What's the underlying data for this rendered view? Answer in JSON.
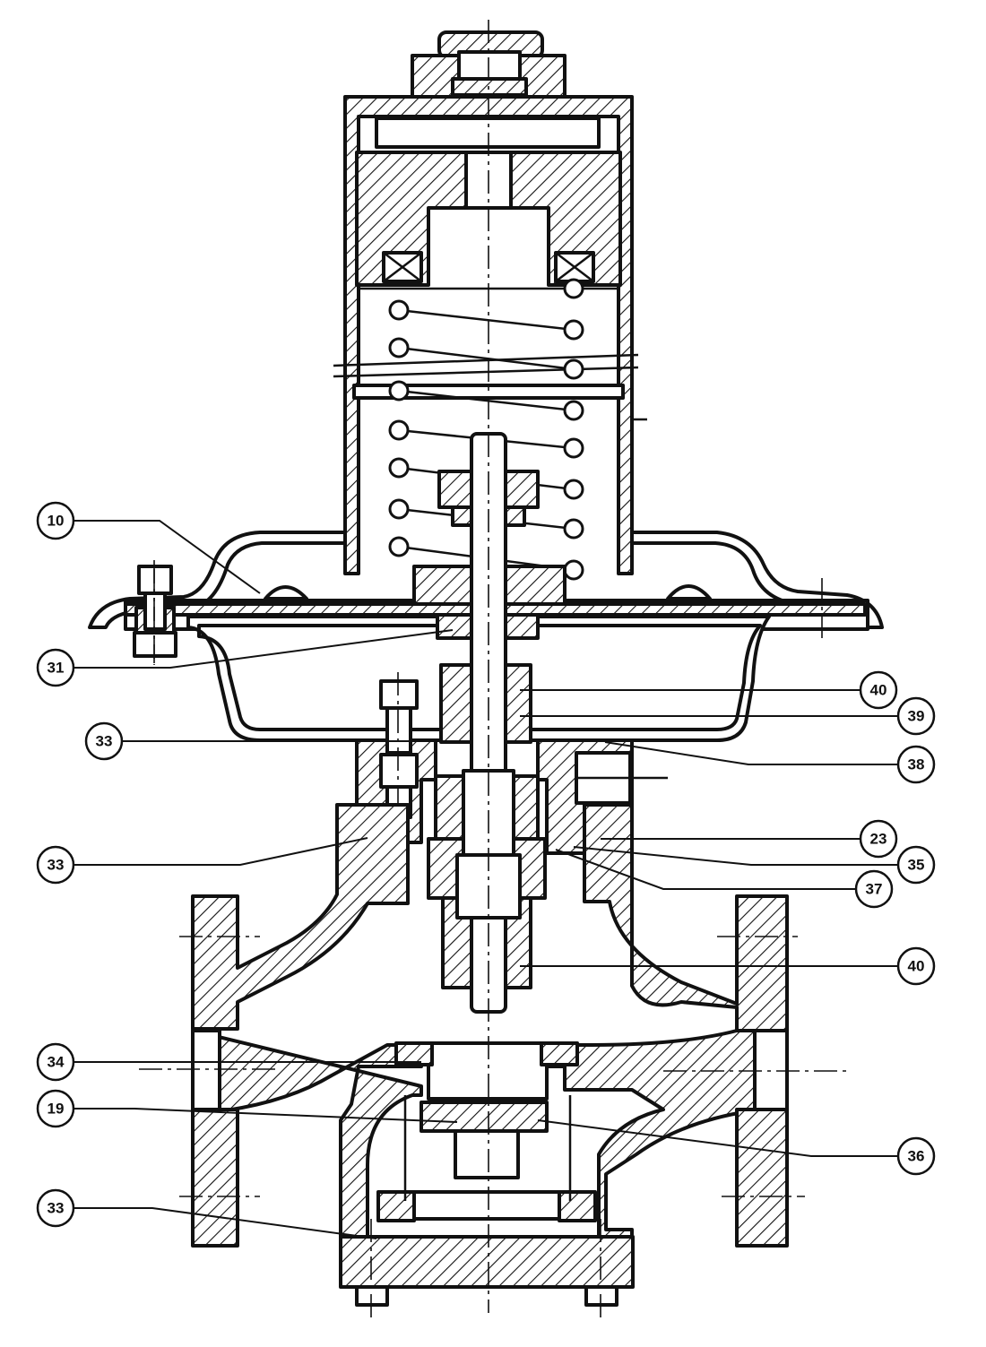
{
  "callouts": [
    {
      "label": "10"
    },
    {
      "label": "31"
    },
    {
      "label": "33"
    },
    {
      "label": "33"
    },
    {
      "label": "34"
    },
    {
      "label": "19"
    },
    {
      "label": "33"
    },
    {
      "label": "40"
    },
    {
      "label": "39"
    },
    {
      "label": "38"
    },
    {
      "label": "23"
    },
    {
      "label": "35"
    },
    {
      "label": "37"
    },
    {
      "label": "40"
    },
    {
      "label": "36"
    }
  ],
  "colors": {
    "ink": "#111111",
    "paper": "#ffffff"
  }
}
